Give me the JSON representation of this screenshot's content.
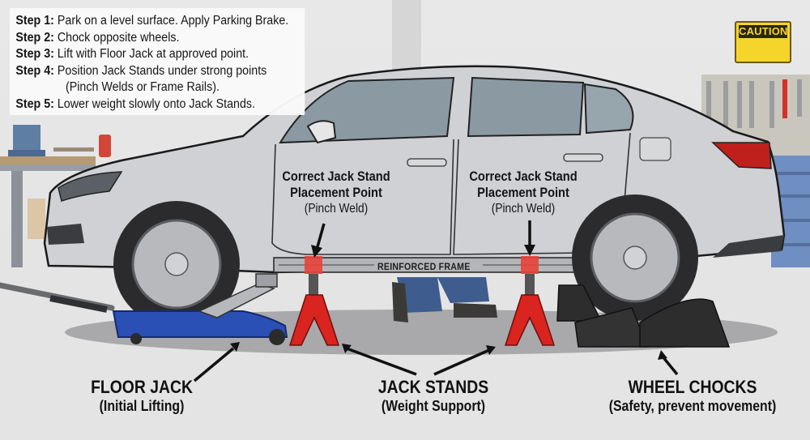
{
  "steps": [
    {
      "label": "Step 1:",
      "text": "Park on a level surface.  Apply Parking Brake."
    },
    {
      "label": "Step 2:",
      "text": "Chock opposite wheels."
    },
    {
      "label": "Step 3:",
      "text": "Lift with Floor Jack at approved point."
    },
    {
      "label": "Step 4:",
      "text": "Position Jack Stands under strong points",
      "continuation": "(Pinch Welds or Frame Rails)."
    },
    {
      "label": "Step 5:",
      "text": "Lower weight slowly onto Jack Stands."
    }
  ],
  "caution_sign": {
    "text": "CAUTION",
    "color": "#f6d52b"
  },
  "placement_callouts": [
    {
      "line1": "Correct Jack Stand",
      "line2": "Placement Point",
      "line3": "(Pinch Weld)"
    },
    {
      "line1": "Correct Jack Stand",
      "line2": "Placement Point",
      "line3": "(Pinch Weld)"
    }
  ],
  "frame_label": "REINFORCED FRAME",
  "equipment_labels": [
    {
      "title": "FLOOR JACK",
      "subtitle": "(Initial Lifting)"
    },
    {
      "title": "JACK STANDS",
      "subtitle": "(Weight Support)"
    },
    {
      "title": "WHEEL CHOCKS",
      "subtitle": "(Safety, prevent movement)"
    }
  ],
  "colors": {
    "car_body": "#c9cbcf",
    "floor_jack": "#2a4fb5",
    "jack_stand": "#d9241f",
    "pinch_weld_marker": "#e8413a",
    "wheel_chock": "#2d2d2d",
    "tail_light": "#c0201c"
  }
}
